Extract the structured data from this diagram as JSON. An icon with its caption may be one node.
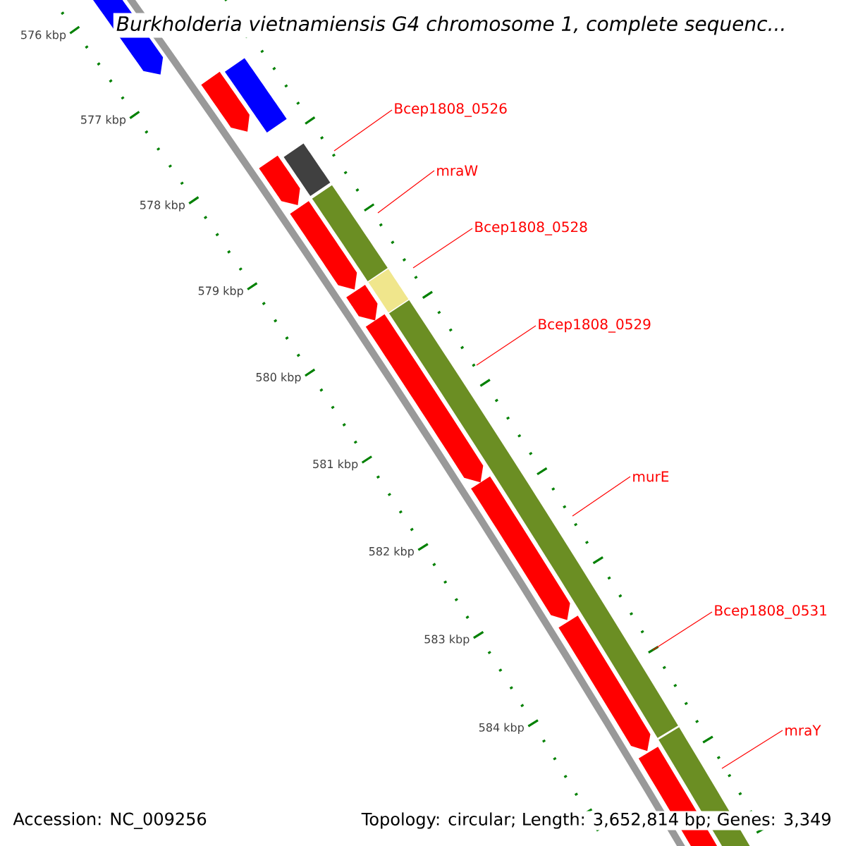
{
  "diagram": {
    "title": "*Burkholderia vietnamiensis* G4 chromosome 1, complete sequenc...",
    "nodes": [
      {
        "text": [
          "Bcep1808_0526"
        ]
      },
      {
        "text": [
          "mraW"
        ]
      },
      {
        "text": [
          "Bcep1808_0528"
        ]
      },
      {
        "text": [
          "Bcep1808_0529"
        ]
      },
      {
        "text": [
          "murE"
        ]
      },
      {
        "text": [
          "Bcep1808_0531"
        ]
      },
      {
        "text": [
          "mraY"
        ]
      }
    ],
    "edges": [
      {
        "from": 0,
        "to": null,
        "arrow": "none",
        "color": "#ff0000"
      },
      {
        "from": 1,
        "to": null,
        "arrow": "none",
        "color": "#ff0000"
      },
      {
        "from": 2,
        "to": null,
        "arrow": "none",
        "color": "#ff0000"
      },
      {
        "from": 3,
        "to": null,
        "arrow": "none",
        "color": "#ff0000"
      },
      {
        "from": 4,
        "to": null,
        "arrow": "none",
        "color": "#ff0000"
      },
      {
        "from": 5,
        "to": null,
        "arrow": "none",
        "color": "#ff0000"
      },
      {
        "from": 6,
        "to": null,
        "arrow": "none",
        "color": "#ff0000"
      }
    ],
    "labels": [
      "576 kbp",
      "577 kbp",
      "578 kbp",
      "579 kbp",
      "580 kbp",
      "581 kbp",
      "582 kbp",
      "583 kbp",
      "584 kbp",
      "Accession: NC_009256",
      "Topology: circular; Length: 3,652,814 bp; Genes: 3,349"
    ]
  }
}
